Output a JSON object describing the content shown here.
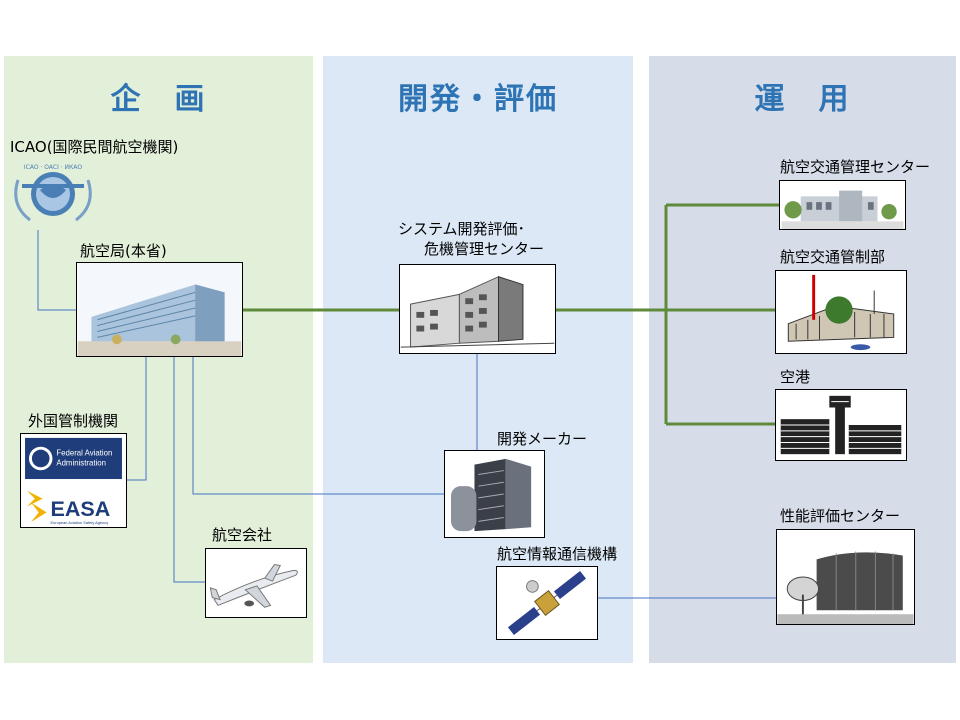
{
  "columns": {
    "plan": "企　画",
    "dev": "開発・評価",
    "ops": "運　用"
  },
  "nodes": {
    "icao": "ICAO(国際民間航空機関)",
    "jcab": "航空局(本省)",
    "foreign": "外国管制機関",
    "airline": "航空会社",
    "center_line1": "システム開発評価･",
    "center_line2": "危機管理センター",
    "maker": "開発メーカー",
    "enri": "航空情報通信機構",
    "atmc": "航空交通管理センター",
    "acc": "航空交通管制部",
    "airport": "空港",
    "perf": "性能評価センター"
  },
  "logos": {
    "faa_line1": "Federal Aviation",
    "faa_line2": "Administration",
    "easa": "EASA",
    "easa_sub": "European Aviation Safety Agency",
    "icao_ring": "ICAO · OACI · ИКАО"
  },
  "colors": {
    "green_link": "#5e8a3a",
    "blue_link": "#4472c4",
    "title": "#2e74b5"
  }
}
